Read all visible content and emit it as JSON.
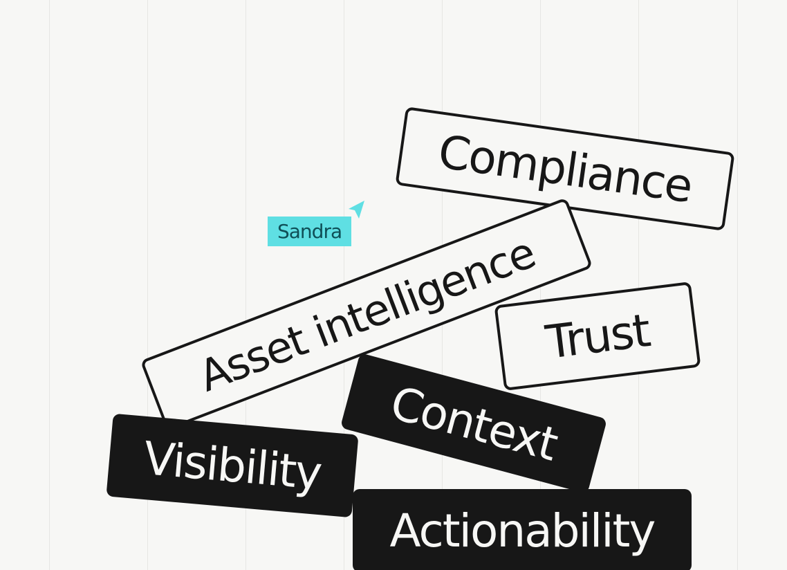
{
  "cards": {
    "compliance": "Compliance",
    "asset_intelligence": "Asset intelligence",
    "trust": "Trust",
    "context": "Context",
    "visibility": "Visibility",
    "actionability": "Actionability"
  },
  "cursor": {
    "user_name": "Sandra",
    "icon": "pointer-arrow-icon"
  },
  "colors": {
    "background": "#f7f7f5",
    "grid_line": "#e6e6e3",
    "ink": "#171717",
    "cursor_fill": "#5fdfe3",
    "cursor_text": "#0f4f57"
  }
}
